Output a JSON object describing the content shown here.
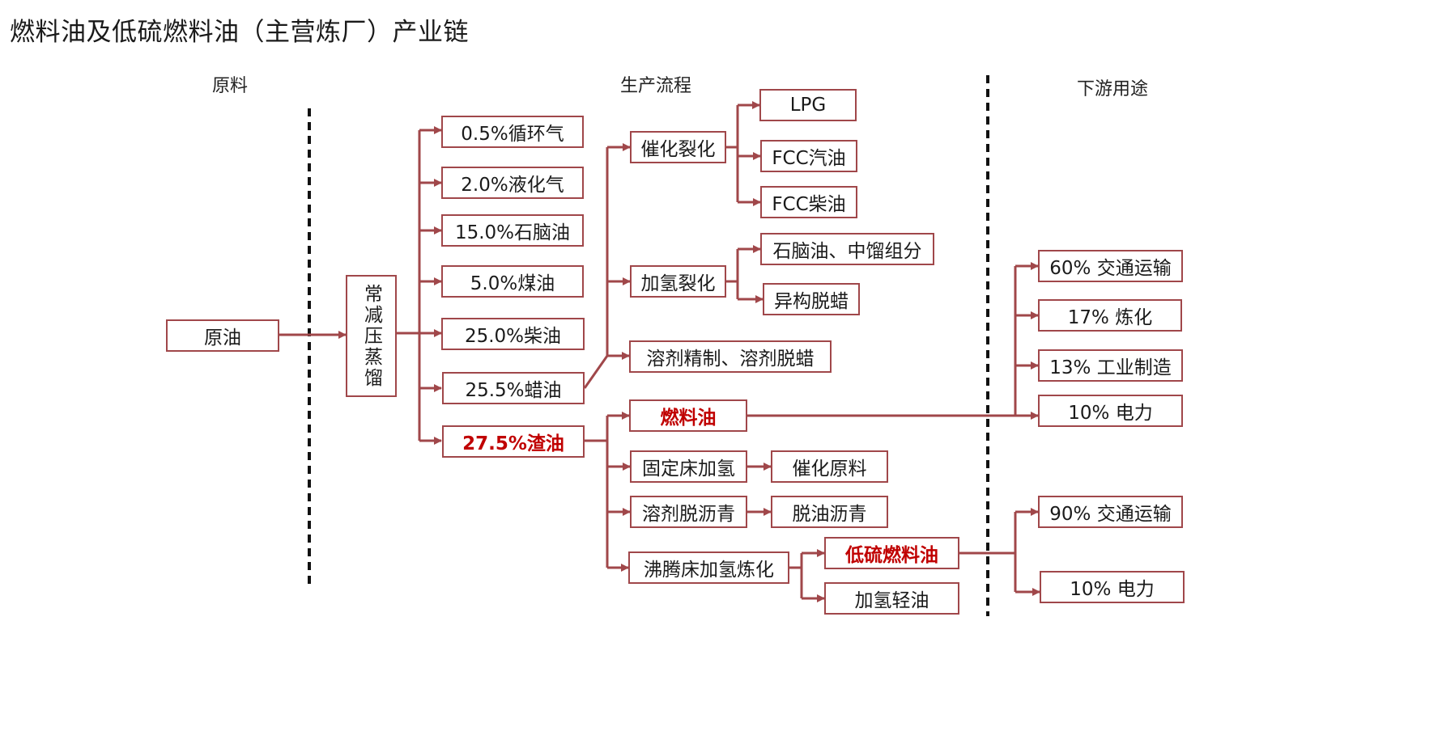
{
  "title": "燃料油及低硫燃料油（主营炼厂）产业链",
  "sections": {
    "raw": "原料",
    "process": "生产流程",
    "downstream": "下游用途"
  },
  "nodes": {
    "crude": "原油",
    "distill": "常减压蒸馏",
    "p1": "0.5%循环气",
    "p2": "2.0%液化气",
    "p3": "15.0%石脑油",
    "p4": "5.0%煤油",
    "p5": "25.0%柴油",
    "p6": "25.5%蜡油",
    "p7": "27.5%渣油",
    "cat": "催化裂化",
    "hyd": "加氢裂化",
    "solv": "溶剂精制、溶剂脱蜡",
    "fuel": "燃料油",
    "fixed": "固定床加氢",
    "deasph": "溶剂脱沥青",
    "ebull": "沸腾床加氢炼化",
    "lpg": "LPG",
    "fccg": "FCC汽油",
    "fccd": "FCC柴油",
    "naph": "石脑油、中馏组分",
    "isodew": "异构脱蜡",
    "catfeed": "催化原料",
    "daoil": "脱油沥青",
    "lsfo": "低硫燃料油",
    "hlight": "加氢轻油",
    "d1": "60% 交通运输",
    "d2": "17% 炼化",
    "d3": "13% 工业制造",
    "d4": "10% 电力",
    "d5": "90% 交通运输",
    "d6": "10% 电力"
  },
  "colors": {
    "line": "#a0474a",
    "highlight": "#c00000"
  }
}
